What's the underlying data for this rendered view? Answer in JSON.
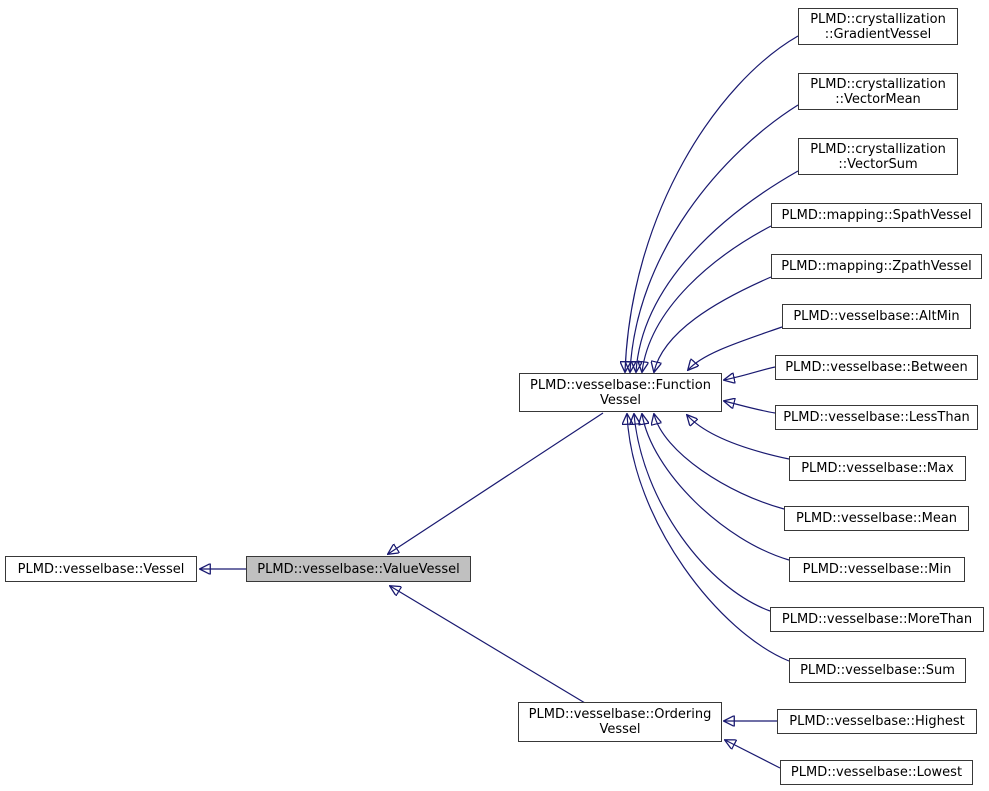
{
  "diagram": {
    "type": "doxygen-inheritance-graph",
    "selected_node": "PLMD::vesselbase::ValueVessel",
    "colors": {
      "edge": "#191970",
      "node_border": "#383838",
      "node_fill": "#ffffff",
      "selected_node_fill": "#c0c0c0",
      "text": "#000000",
      "background": "#ffffff"
    },
    "nodes": {
      "vessel": {
        "label": "PLMD::vesselbase::Vessel"
      },
      "value_vessel": {
        "label": "PLMD::vesselbase::ValueVessel"
      },
      "function_vessel": {
        "label": "PLMD::vesselbase::Function\nVessel"
      },
      "ordering_vessel": {
        "label": "PLMD::vesselbase::Ordering\nVessel"
      },
      "gradient_vessel": {
        "label": "PLMD::crystallization\n::GradientVessel"
      },
      "vector_mean": {
        "label": "PLMD::crystallization\n::VectorMean"
      },
      "vector_sum": {
        "label": "PLMD::crystallization\n::VectorSum"
      },
      "spath_vessel": {
        "label": "PLMD::mapping::SpathVessel"
      },
      "zpath_vessel": {
        "label": "PLMD::mapping::ZpathVessel"
      },
      "alt_min": {
        "label": "PLMD::vesselbase::AltMin"
      },
      "between": {
        "label": "PLMD::vesselbase::Between"
      },
      "less_than": {
        "label": "PLMD::vesselbase::LessThan"
      },
      "max": {
        "label": "PLMD::vesselbase::Max"
      },
      "mean": {
        "label": "PLMD::vesselbase::Mean"
      },
      "min": {
        "label": "PLMD::vesselbase::Min"
      },
      "more_than": {
        "label": "PLMD::vesselbase::MoreThan"
      },
      "sum": {
        "label": "PLMD::vesselbase::Sum"
      },
      "highest": {
        "label": "PLMD::vesselbase::Highest"
      },
      "lowest": {
        "label": "PLMD::vesselbase::Lowest"
      }
    },
    "edges": [
      {
        "from": "PLMD::vesselbase::ValueVessel",
        "to": "PLMD::vesselbase::Vessel"
      },
      {
        "from": "PLMD::vesselbase::FunctionVessel",
        "to": "PLMD::vesselbase::ValueVessel"
      },
      {
        "from": "PLMD::vesselbase::OrderingVessel",
        "to": "PLMD::vesselbase::ValueVessel"
      },
      {
        "from": "PLMD::crystallization::GradientVessel",
        "to": "PLMD::vesselbase::FunctionVessel"
      },
      {
        "from": "PLMD::crystallization::VectorMean",
        "to": "PLMD::vesselbase::FunctionVessel"
      },
      {
        "from": "PLMD::crystallization::VectorSum",
        "to": "PLMD::vesselbase::FunctionVessel"
      },
      {
        "from": "PLMD::mapping::SpathVessel",
        "to": "PLMD::vesselbase::FunctionVessel"
      },
      {
        "from": "PLMD::mapping::ZpathVessel",
        "to": "PLMD::vesselbase::FunctionVessel"
      },
      {
        "from": "PLMD::vesselbase::AltMin",
        "to": "PLMD::vesselbase::FunctionVessel"
      },
      {
        "from": "PLMD::vesselbase::Between",
        "to": "PLMD::vesselbase::FunctionVessel"
      },
      {
        "from": "PLMD::vesselbase::LessThan",
        "to": "PLMD::vesselbase::FunctionVessel"
      },
      {
        "from": "PLMD::vesselbase::Max",
        "to": "PLMD::vesselbase::FunctionVessel"
      },
      {
        "from": "PLMD::vesselbase::Mean",
        "to": "PLMD::vesselbase::FunctionVessel"
      },
      {
        "from": "PLMD::vesselbase::Min",
        "to": "PLMD::vesselbase::FunctionVessel"
      },
      {
        "from": "PLMD::vesselbase::MoreThan",
        "to": "PLMD::vesselbase::FunctionVessel"
      },
      {
        "from": "PLMD::vesselbase::Sum",
        "to": "PLMD::vesselbase::FunctionVessel"
      },
      {
        "from": "PLMD::vesselbase::Highest",
        "to": "PLMD::vesselbase::OrderingVessel"
      },
      {
        "from": "PLMD::vesselbase::Lowest",
        "to": "PLMD::vesselbase::OrderingVessel"
      }
    ]
  }
}
